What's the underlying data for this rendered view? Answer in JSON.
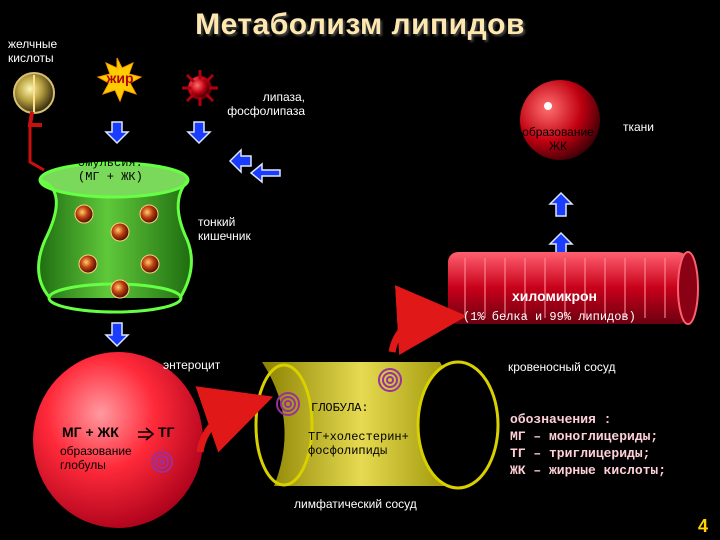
{
  "title": "Метаболизм липидов",
  "labels": {
    "bile_acids": "желчные кислоты",
    "fat": "жир",
    "lipase": "липаза, фосфолипаза",
    "formation_fa": "образование ЖК",
    "tissues": "ткани",
    "emulsion": "эмульсия: (МГ + ЖК)",
    "small_intestine": "тонкий кишечник",
    "chylomicron": "хиломикрон",
    "chylomicron_composition": "(1% белка и 99% липидов)",
    "enterocyte": "энтероцит",
    "blood_vessel": "кровеносный сосуд",
    "globule": "ГЛОБУЛА:",
    "globule_content": "ТГ+холестерин+ фосфолипиды",
    "mg_fa_tg_left": "МГ + ЖК",
    "mg_fa_tg_right": "ТГ",
    "globule_formation": "образование глобулы",
    "lymph_vessel": "лимфатический сосуд",
    "page_number": "4"
  },
  "legend": {
    "heading": "обозначения :",
    "items": [
      "МГ – моноглицериды;",
      "ТГ – триглицериды;",
      "ЖК – жирные кислоты;"
    ]
  },
  "colors": {
    "title": "#ffe8b0",
    "legend_text": "#ffd0d8",
    "intestine_fill": "#2e9a1a",
    "intestine_outline": "#66ff44",
    "arrow_blue": "#1a3cff",
    "vessel_red": "#c8001a",
    "enterocyte_red": "#e8102a",
    "lymph_yellow": "#d9d000",
    "page_number": "#ffd400"
  }
}
